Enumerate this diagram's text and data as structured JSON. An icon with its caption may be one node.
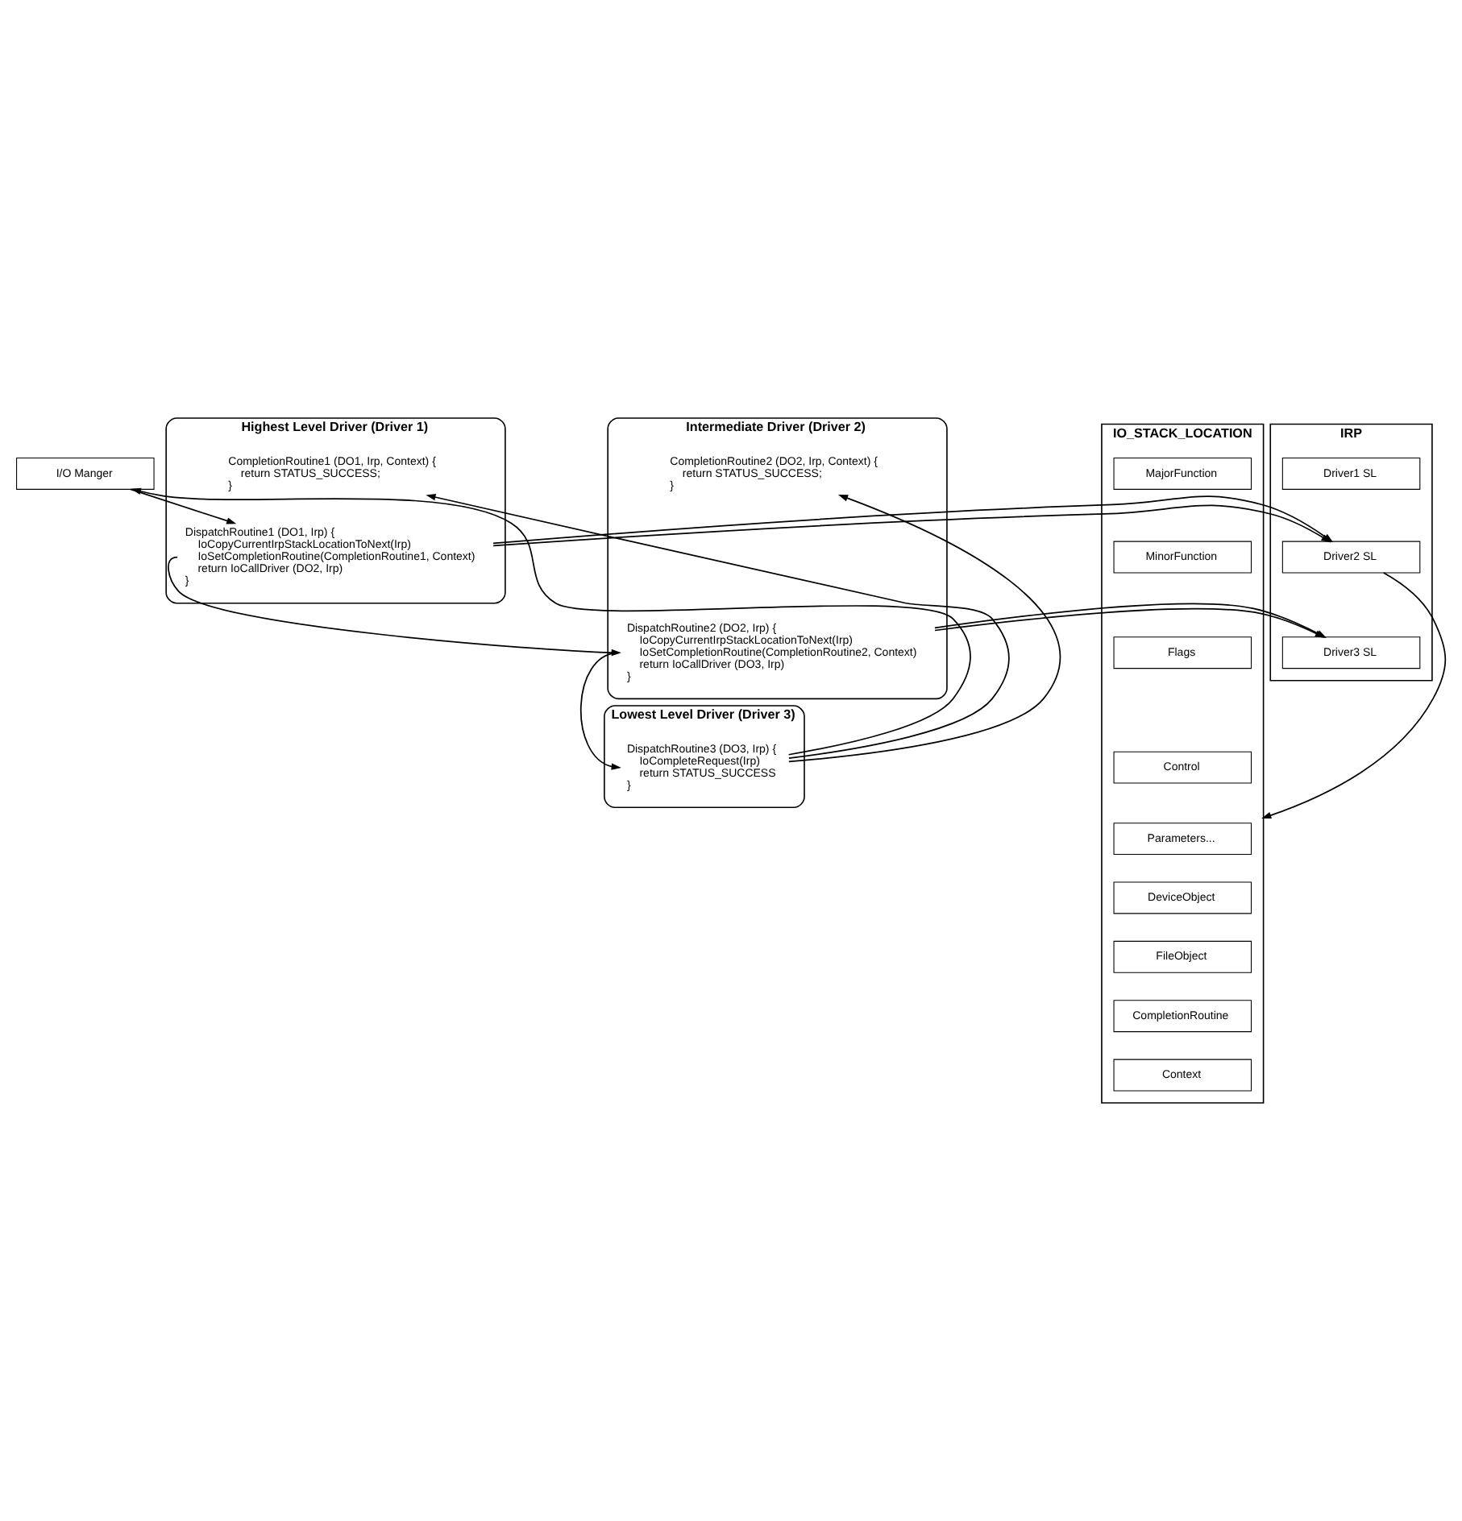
{
  "diagram": {
    "nodes": [
      {
        "text": [
          "I/O Manger"
        ]
      },
      {
        "text": [
          "Highest Level Driver (Driver 1)"
        ]
      },
      {
        "text": [
          "DispatchRoutine1 (DO1, Irp) {",
          "IoCopyCurrentIrpStackLocationToNext(Irp)",
          "IoSetCompletionRoutine(CompletionRoutine1, Context)",
          "return IoCallDriver (DO2, Irp)",
          "}"
        ],
        "in": 1
      },
      {
        "text": [
          "CompletionRoutine1 (DO1, Irp, Context) {",
          "return STATUS_SUCCESS;",
          "}"
        ],
        "in": 1
      },
      {
        "text": [
          "Intermediate Driver (Driver 2)"
        ]
      },
      {
        "text": [
          "DispatchRoutine2 (DO2, Irp) {",
          "IoCopyCurrentIrpStackLocationToNext(Irp)",
          "IoSetCompletionRoutine(CompletionRoutine2, Context)",
          "return IoCallDriver (DO3, Irp)",
          "}"
        ],
        "in": 4
      },
      {
        "text": [
          "CompletionRoutine2 (DO2, Irp, Context) {",
          "return STATUS_SUCCESS;",
          "}"
        ],
        "in": 4
      },
      {
        "text": [
          "Lowest Level Driver (Driver 3)"
        ]
      },
      {
        "text": [
          "DispatchRoutine3 (DO3, Irp) {",
          "IoCompleteRequest(Irp)",
          "return STATUS_SUCCESS",
          "}"
        ],
        "in": 7
      },
      {
        "text": [
          "IO_STACK_LOCATION"
        ]
      },
      {
        "text": [
          "MajorFunction"
        ],
        "in": 9
      },
      {
        "text": [
          "MinorFunction"
        ],
        "in": 9
      },
      {
        "text": [
          "Flags"
        ],
        "in": 9
      },
      {
        "text": [
          "Control"
        ],
        "in": 9
      },
      {
        "text": [
          "Parameters..."
        ],
        "in": 9
      },
      {
        "text": [
          "DeviceObject"
        ],
        "in": 9
      },
      {
        "text": [
          "FileObject"
        ],
        "in": 9
      },
      {
        "text": [
          "CompletionRoutine"
        ],
        "in": 9
      },
      {
        "text": [
          "Context"
        ],
        "in": 9
      },
      {
        "text": [
          "IRP"
        ]
      },
      {
        "text": [
          "Driver1 SL"
        ],
        "in": 19
      },
      {
        "text": [
          "Driver2 SL"
        ],
        "in": 19
      },
      {
        "text": [
          "Driver3 SL"
        ],
        "in": 19
      }
    ],
    "edges": [
      {
        "from": 0,
        "to": 2,
        "arrow": "to"
      },
      {
        "from": 2,
        "to": 5,
        "arrow": "to"
      },
      {
        "from": 5,
        "to": 8,
        "arrow": "to"
      },
      {
        "from": 8,
        "to": 6,
        "arrow": "to"
      },
      {
        "from": 8,
        "to": 3,
        "arrow": "to"
      },
      {
        "from": 8,
        "to": 0,
        "arrow": "to"
      },
      {
        "from": 2,
        "to": 21,
        "arrow": "to"
      },
      {
        "from": 2,
        "to": 21,
        "arrow": "to"
      },
      {
        "from": 5,
        "to": 22,
        "arrow": "to"
      },
      {
        "from": 5,
        "to": 22,
        "arrow": "to"
      },
      {
        "from": 21,
        "to": 9,
        "arrow": "to"
      }
    ]
  }
}
